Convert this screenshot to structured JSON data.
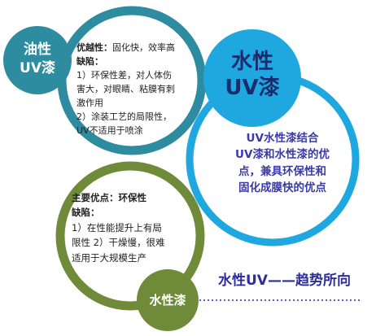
{
  "oily_uv": {
    "badge_line1": "油性",
    "badge_line2": "UV漆",
    "advantage_label": "优越性：",
    "advantage_text": "固化快，效率高",
    "defect_label": "缺陷：",
    "defects": [
      "1）环保性差，对人体伤",
      "害大，对眼睛、粘膜有刺",
      "激作用",
      "2）涂装工艺的局限性，",
      "UV不适用于喷涂"
    ]
  },
  "waterborne_uv": {
    "title_line1": "水性",
    "title_line2": "UV漆",
    "desc_lines": [
      "UV水性漆结合",
      "UV漆和水性漆的优",
      "点，兼具环保性和",
      "固化成膜快的优点"
    ]
  },
  "waterborne": {
    "badge": "水性漆",
    "advantage_label": "主要优点：",
    "advantage_text": "环保性",
    "defect_label": "缺陷：",
    "defects": [
      "1）在性能提升上有局",
      "限性 2）干燥慢，很难",
      "适用于大规模生产"
    ]
  },
  "trend": "水性UV——趋势所向",
  "colors": {
    "teal": "#2e8ca0",
    "cyan": "#1ea8df",
    "olive": "#6f8b3a",
    "navy_text": "#2d2d9c"
  }
}
